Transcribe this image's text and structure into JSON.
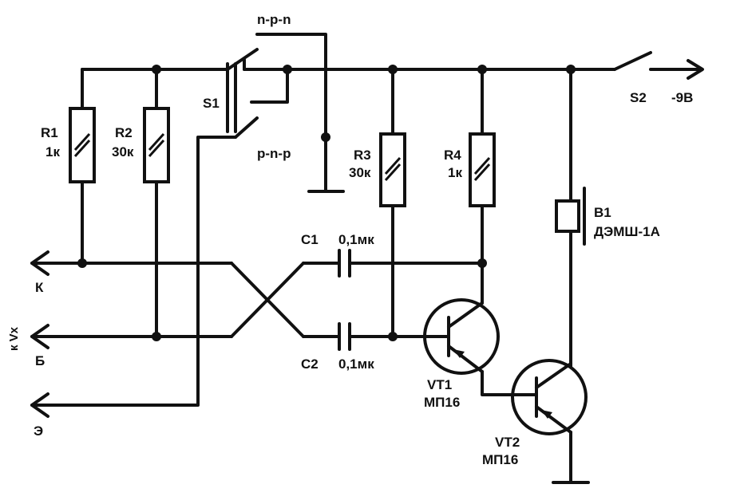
{
  "components": {
    "r1": {
      "name": "R1",
      "value": "1к"
    },
    "r2": {
      "name": "R2",
      "value": "30к"
    },
    "r3": {
      "name": "R3",
      "value": "30к"
    },
    "r4": {
      "name": "R4",
      "value": "1к"
    },
    "c1": {
      "name": "C1",
      "value": "0,1мк"
    },
    "c2": {
      "name": "C2",
      "value": "0,1мк"
    },
    "vt1": {
      "name": "VT1",
      "value": "МП16"
    },
    "vt2": {
      "name": "VT2",
      "value": "МП16"
    },
    "b1": {
      "name": "B1",
      "value": "ДЭМШ-1А"
    },
    "s1": {
      "name": "S1"
    },
    "s2": {
      "name": "S2"
    }
  },
  "switch_positions": {
    "npn": "n-p-n",
    "pnp": "p-n-p"
  },
  "supply": "-9В",
  "terminals": {
    "k": "К",
    "b": "Б",
    "e": "Э",
    "group": "к Vx"
  }
}
